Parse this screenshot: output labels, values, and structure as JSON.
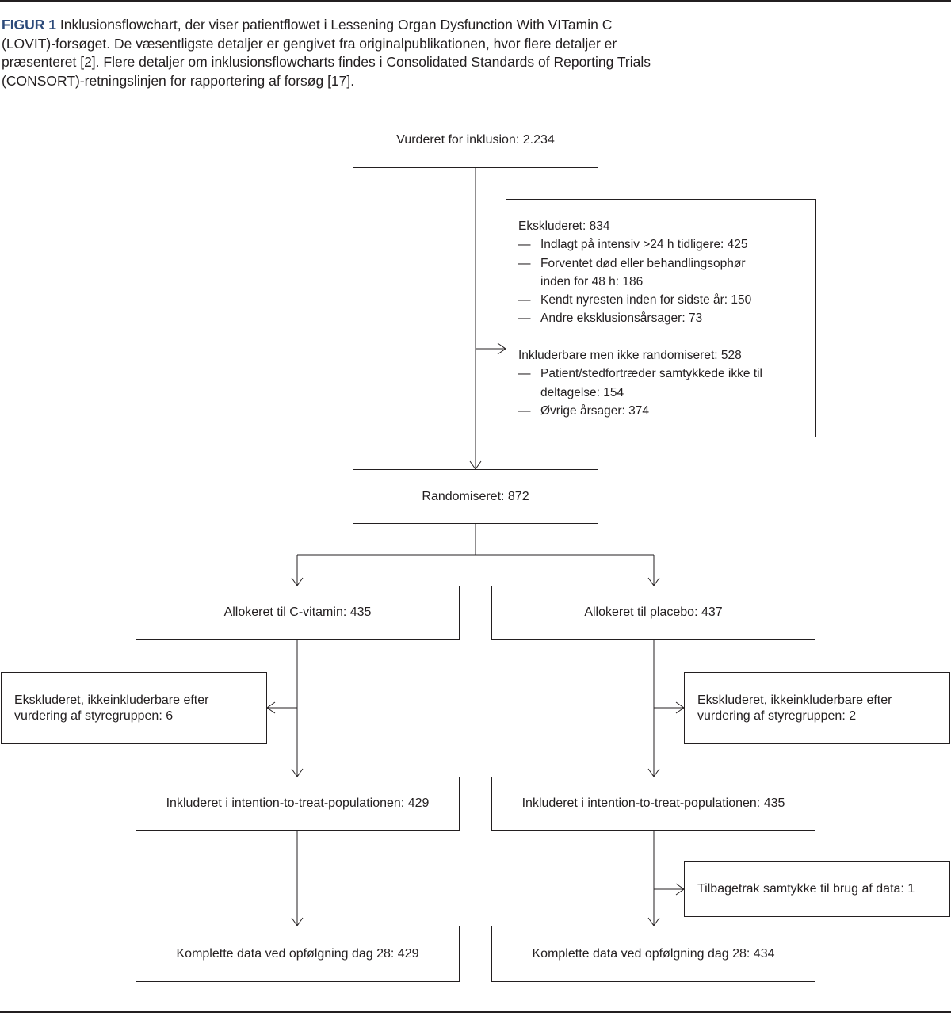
{
  "caption": {
    "label": "FIGUR 1",
    "text": " Inklusionsflowchart, der viser patientflowet i Lessening Organ Dysfunction With VITamin C (LOVIT)-forsøget. De væsentligste detaljer er gengivet fra originalpublikationen, hvor flere detaljer er præsenteret [2]. Flere detaljer om inklusionsflowcharts findes i Consolidated Standards of Reporting Trials (CONSORT)-retningslinjen for rapportering af forsøg [17]."
  },
  "flow": {
    "assessed": "Vurderet for inklusion: 2.234",
    "excluded_box": {
      "excluded_title": "Ekskluderet: 834",
      "excluded_reasons": [
        {
          "dash": "—",
          "lines": [
            "Indlagt på intensiv >24 h tidligere: 425"
          ]
        },
        {
          "dash": "—",
          "lines": [
            "Forventet død eller behandlingsophør",
            "inden for 48 h: 186"
          ]
        },
        {
          "dash": "—",
          "lines": [
            "Kendt nyresten inden for sidste år: 150"
          ]
        },
        {
          "dash": "—",
          "lines": [
            "Andre eksklusionsårsager: 73"
          ]
        }
      ],
      "not_randomised_title": "Inkluderbare men ikke randomiseret: 528",
      "not_randomised_reasons": [
        {
          "dash": "—",
          "lines": [
            "Patient/stedfortræder samtykkede ikke til",
            "deltagelse: 154"
          ]
        },
        {
          "dash": "—",
          "lines": [
            "Øvrige årsager: 374"
          ]
        }
      ]
    },
    "randomised": "Randomiseret: 872",
    "left_arm": {
      "allocated": "Allokeret til C-vitamin: 435",
      "excluded": [
        "Ekskluderet, ikkeinkluderbare efter",
        "vurdering af styregruppen: 6"
      ],
      "itt": "Inkluderet i intention-to-treat-populationen: 429",
      "complete": "Komplette data ved opfølgning dag 28: 429"
    },
    "right_arm": {
      "allocated": "Allokeret til placebo: 437",
      "excluded": [
        "Ekskluderet, ikkeinkluderbare efter",
        "vurdering af styregruppen: 2"
      ],
      "itt": "Inkluderet i intention-to-treat-populationen: 435",
      "withdrew": "Tilbagetrak samtykke til brug af data: 1",
      "complete": "Komplette data ved opfølgning dag 28: 434"
    }
  },
  "colors": {
    "label": "#2c4a7a",
    "line": "#231f20",
    "text": "#231f20"
  }
}
